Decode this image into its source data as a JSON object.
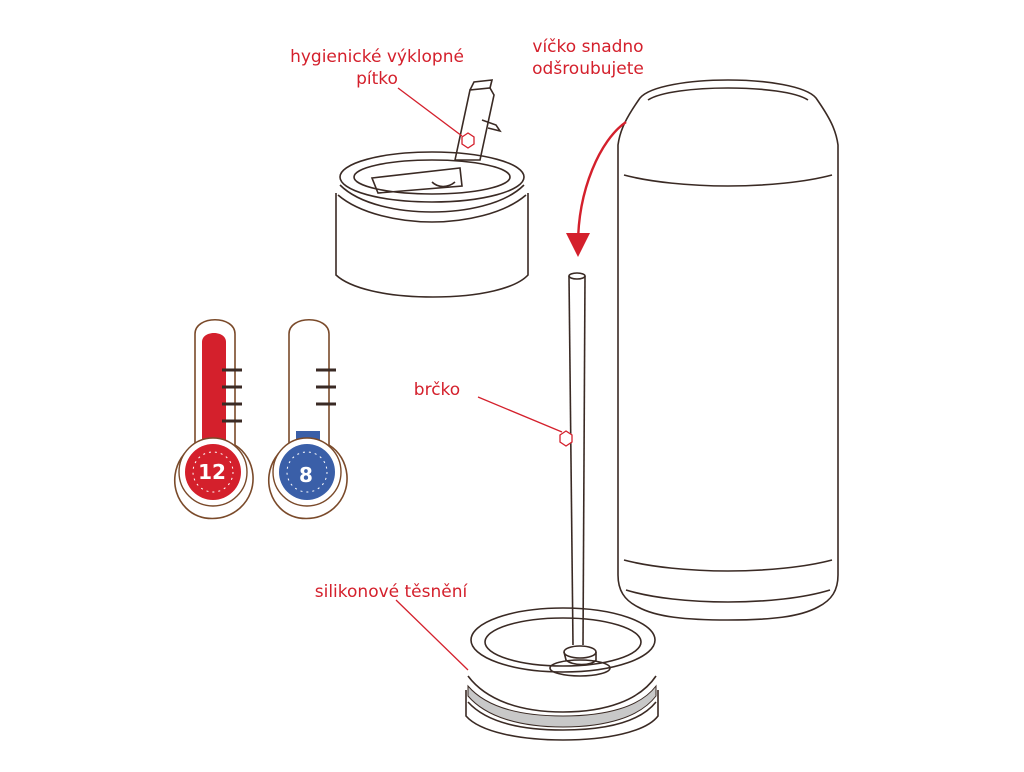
{
  "labels": {
    "straw_top": "hygienické výklopné\npítko",
    "lid": "víčko snadno\nodšroubujete",
    "straw": "brčko",
    "seal": "silikonové těsnění"
  },
  "thermometers": {
    "hot_hours": "12",
    "cold_hours": "8"
  },
  "colors": {
    "accent": "#d4202c",
    "hot": "#d4202c",
    "cold": "#3a5fa8",
    "outline": "#3a2a24",
    "seal_band": "#c8c8c8"
  }
}
